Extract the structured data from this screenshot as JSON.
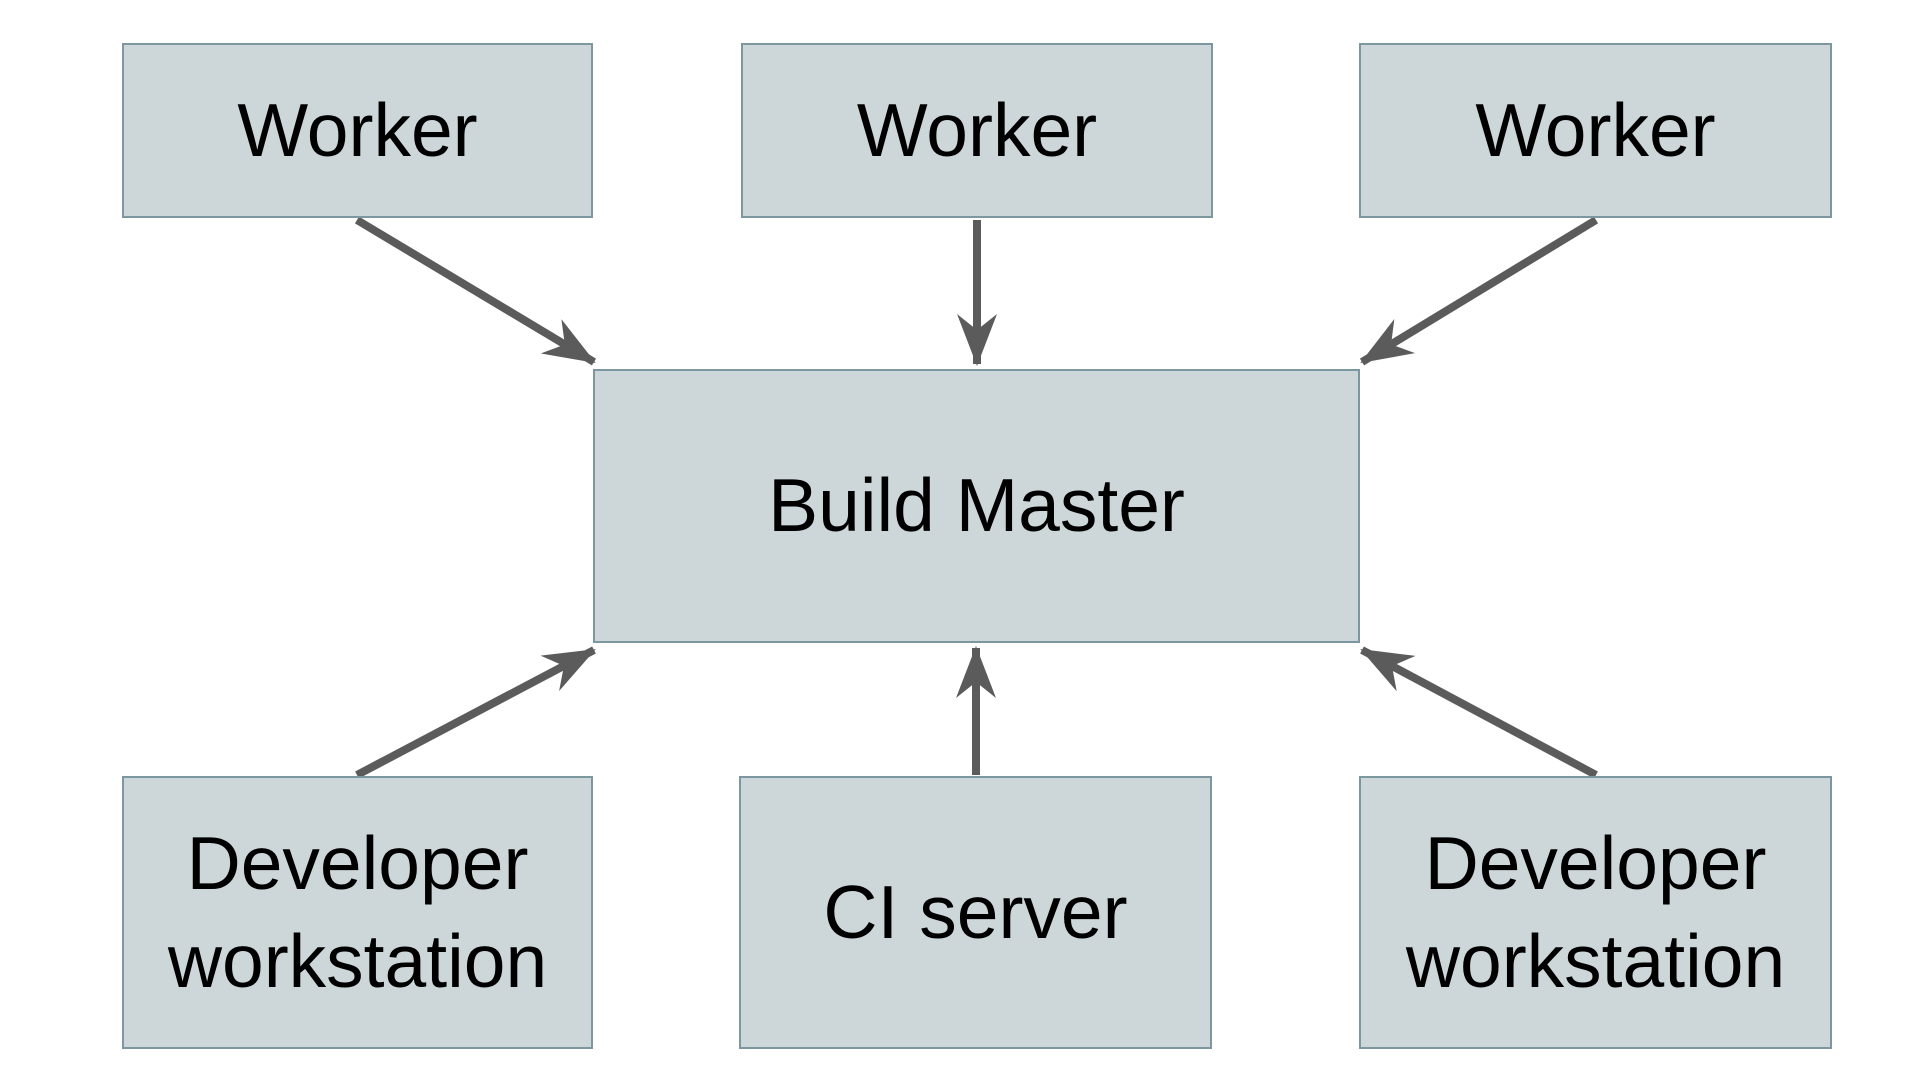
{
  "diagram": {
    "type": "architecture-diagram",
    "colors": {
      "node_fill": "#cdd6d9",
      "node_border": "#7d97a1",
      "arrow": "#5b5b5b",
      "label_text": "#000000",
      "background": "#ffffff"
    },
    "nodes": [
      {
        "id": "worker-1",
        "label": "Worker"
      },
      {
        "id": "worker-2",
        "label": "Worker"
      },
      {
        "id": "worker-3",
        "label": "Worker"
      },
      {
        "id": "build-master",
        "label": "Build Master"
      },
      {
        "id": "developer-workstation-1",
        "label": "Developer workstation"
      },
      {
        "id": "ci-server",
        "label": "CI server"
      },
      {
        "id": "developer-workstation-2",
        "label": "Developer workstation"
      }
    ],
    "edges": [
      {
        "from": "worker-1",
        "to": "build-master"
      },
      {
        "from": "worker-2",
        "to": "build-master"
      },
      {
        "from": "worker-3",
        "to": "build-master"
      },
      {
        "from": "developer-workstation-1",
        "to": "build-master"
      },
      {
        "from": "ci-server",
        "to": "build-master"
      },
      {
        "from": "developer-workstation-2",
        "to": "build-master"
      }
    ]
  }
}
